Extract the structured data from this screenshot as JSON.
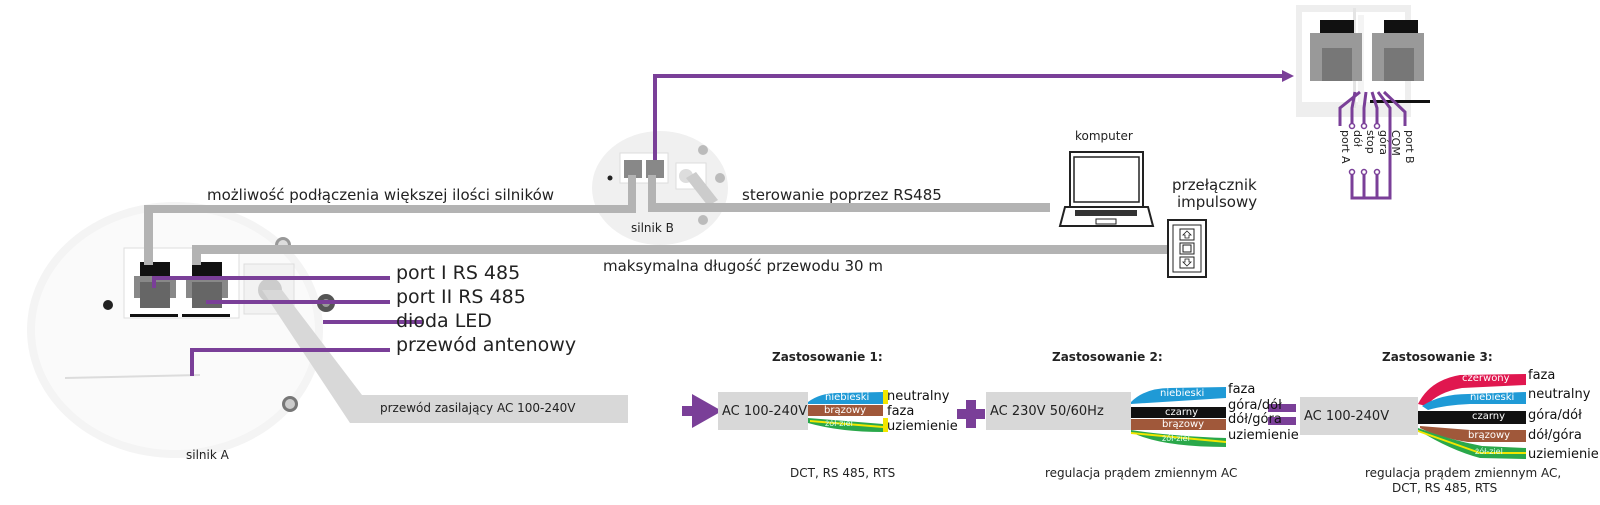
{
  "colors": {
    "purple": "#7a3f98",
    "cable_gray": "#b3b3b3",
    "ac_box": "#d8d8d8",
    "wire_blue": "#1f9ad6",
    "wire_brown": "#a0583a",
    "wire_black": "#111111",
    "wire_red": "#e0174f",
    "wire_yellow": "#f2e600",
    "wire_green": "#2aa84a"
  },
  "motors": {
    "motor_a": {
      "label": "silnik A"
    },
    "motor_b": {
      "label": "silnik B"
    }
  },
  "cables": {
    "more_motors": "możliwość podłączenia większej ilości silników",
    "rs485_control": "sterowanie poprzez RS485",
    "max_length": "maksymalna długość przewodu 30 m",
    "power_cable": "przewód zasilający AC 100-240V"
  },
  "callouts": [
    {
      "label": "port I RS 485"
    },
    {
      "label": "port II RS 485"
    },
    {
      "label": "dioda LED"
    },
    {
      "label": "przewód antenowy"
    }
  ],
  "devices": {
    "computer": "komputer",
    "switch_line1": "przełącznik",
    "switch_line2": "impulsowy",
    "switch_buttons": [
      "up-arrow-icon",
      "stop-square-icon",
      "down-arrow-icon"
    ]
  },
  "connector_pins": [
    "port A",
    "dół",
    "stop",
    "góra",
    "COM",
    "port B"
  ],
  "applications": [
    {
      "title": "Zastosowanie 1:",
      "supply": "AC 100-240V",
      "wires": [
        {
          "color": "niebieski",
          "function": "neutralny"
        },
        {
          "color": "brązowy",
          "function": "faza"
        },
        {
          "color": "żół-ziel",
          "function": "uziemienie"
        }
      ],
      "usage": "DCT, RS 485, RTS"
    },
    {
      "title": "Zastosowanie 2:",
      "supply": "AC 230V 50/60Hz",
      "wires": [
        {
          "color": "niebieski",
          "function": "faza"
        },
        {
          "color": "czarny",
          "function": "góra/dół"
        },
        {
          "color": "brązowy",
          "function": "dół/góra"
        },
        {
          "color": "żół-ziel",
          "function": "uziemienie"
        }
      ],
      "usage": "regulacja prądem zmiennym AC"
    },
    {
      "title": "Zastosowanie 3:",
      "supply": "AC 100-240V",
      "wires": [
        {
          "color": "czerwony",
          "function": "faza"
        },
        {
          "color": "niebieski",
          "function": "neutralny"
        },
        {
          "color": "czarny",
          "function": "góra/dół"
        },
        {
          "color": "brązowy",
          "function": "dół/góra"
        },
        {
          "color": "żół-ziel",
          "function": "uziemienie"
        }
      ],
      "usage_line1": "regulacja prądem zmiennym AC,",
      "usage_line2": "DCT, RS 485, RTS"
    }
  ],
  "operators": {
    "arrow": "arrow-right-icon",
    "plus": "plus-icon",
    "equals": "equals-icon"
  }
}
